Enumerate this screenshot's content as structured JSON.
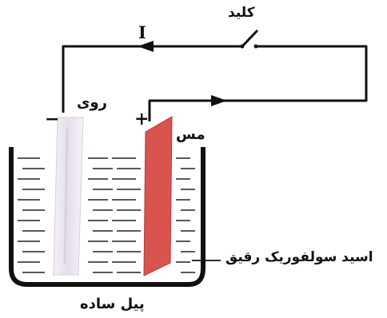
{
  "labels": {
    "key": "کلید",
    "current": "I",
    "zinc": "روی",
    "copper": "مس",
    "minus": "−",
    "plus": "+",
    "acid": "اسید سولفوریک رقیق",
    "cell": "پیل ساده"
  },
  "colors": {
    "copper": "#d9534f",
    "copper_dark": "#b23a36",
    "zinc": "#ece6ef",
    "wire": "#111111"
  }
}
